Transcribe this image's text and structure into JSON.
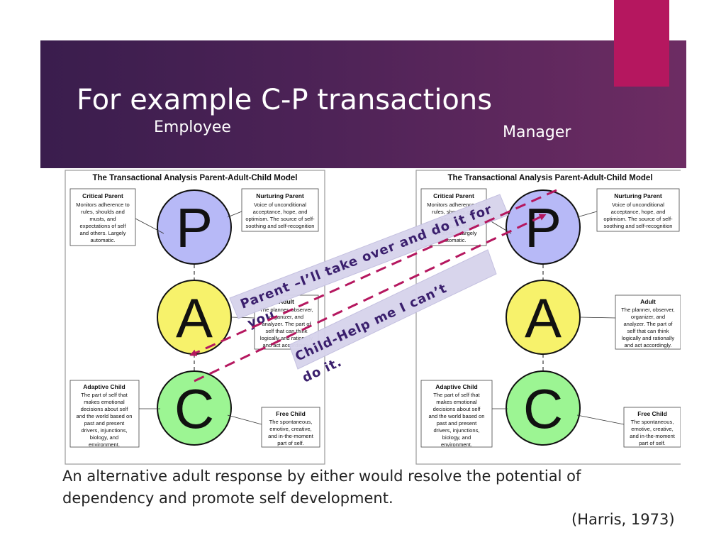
{
  "slide": {
    "title": "For example C-P transactions",
    "employee_label": "Employee",
    "manager_label": "Manager",
    "caption_line1": "An alternative adult response by either would resolve the potential of",
    "caption_line2": "dependency and promote self development.",
    "citation": "(Harris, 1973)"
  },
  "colors": {
    "banner": "#4e2357",
    "accent": "#b5175f",
    "parent": "#b7b9f7",
    "adult": "#f7f26b",
    "child": "#9cf593",
    "arrow": "#b5175f",
    "callout": "#d7d4ec"
  },
  "model": {
    "title": "The Transactional Analysis Parent-Adult-Child Model",
    "letters": {
      "p": "P",
      "a": "A",
      "c": "C"
    },
    "critical_parent": {
      "title": "Critical Parent",
      "lines": [
        "Monitors adherence to",
        "rules, shoulds and",
        "musts, and",
        "expectations of self",
        "and others. Largely",
        "automatic."
      ]
    },
    "nurturing_parent": {
      "title": "Nurturing Parent",
      "lines": [
        "Voice of unconditional",
        "acceptance, hope, and",
        "optimism.  The source of self-",
        "soothing and self-recognition"
      ]
    },
    "adult": {
      "title": "Adult",
      "lines": [
        "The planner, observer,",
        "organizer, and",
        "analyzer. The part of",
        "self that can think",
        "logically and rationally",
        "and act accordingly."
      ]
    },
    "adaptive_child": {
      "title": "Adaptive Child",
      "lines": [
        "The part of self that",
        "makes emotional",
        "decisions about self",
        "and the world based on",
        "past and present",
        "drivers, injunctions,",
        "biology, and",
        "environment."
      ]
    },
    "free_child": {
      "title": "Free Child",
      "lines": [
        "The spontaneous,",
        "emotive, creative,",
        "and in-the-moment",
        "part of self."
      ]
    }
  },
  "transactions": {
    "parent_message_line1": "Parent –I’ll take over and do it for",
    "parent_message_line2": "you",
    "child_message_line1": "Child-Help me I can’t",
    "child_message_line2": "do it."
  }
}
